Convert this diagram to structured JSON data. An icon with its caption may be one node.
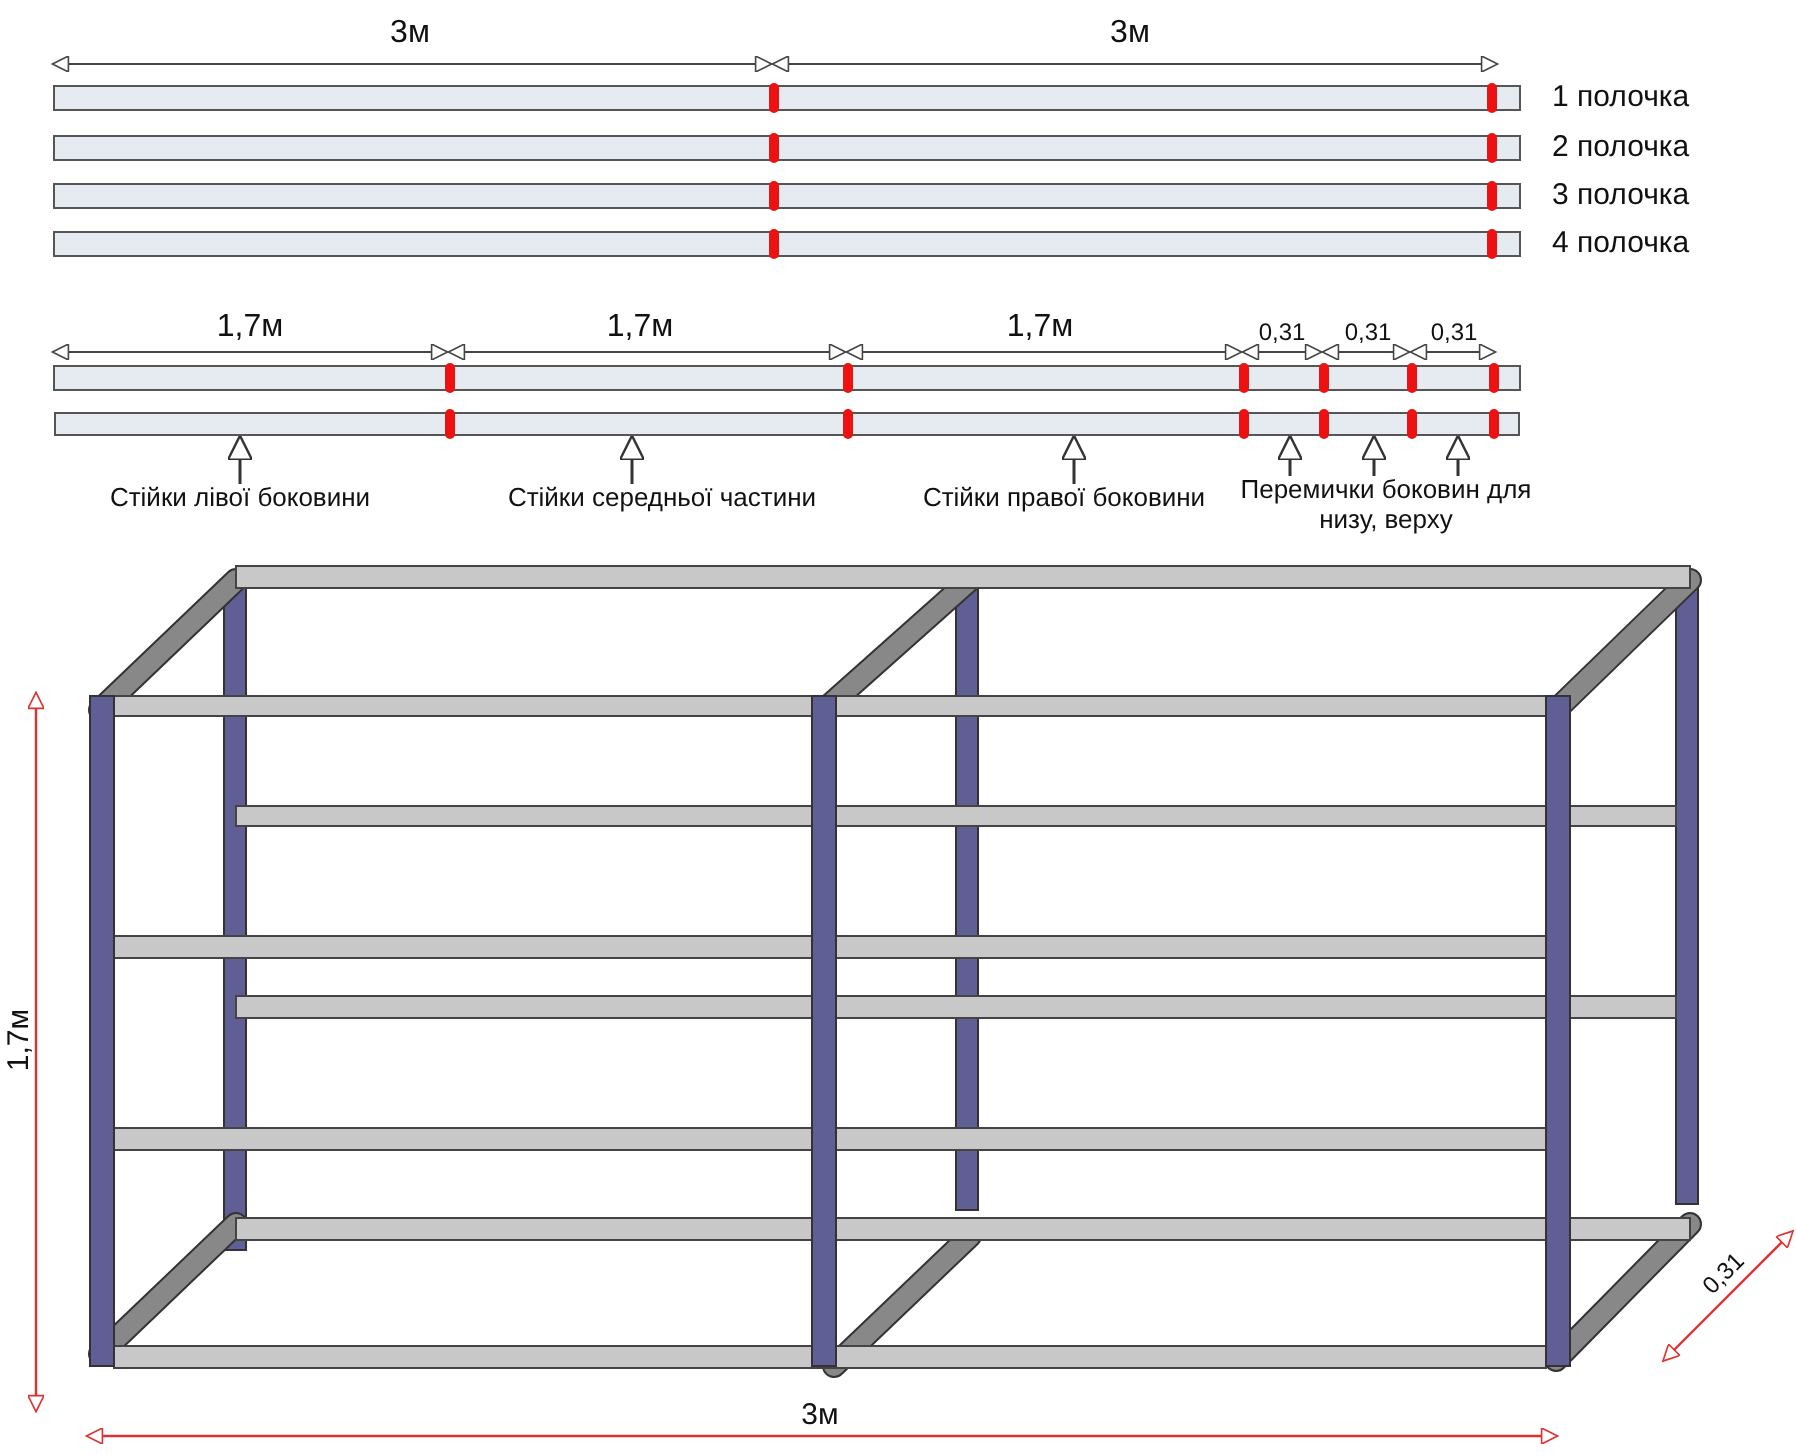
{
  "diagram": {
    "nodes": [
      {
        "text": [],
        "shape": "bar"
      },
      {
        "text": [
          "Стійки лівої боковини"
        ]
      },
      {
        "text": [
          "Стійки середньої частини"
        ]
      },
      {
        "text": [
          "Стійки правої боковини"
        ]
      },
      {
        "text": [
          "Перемички боковин для низу, верху"
        ]
      }
    ],
    "edges": [
      {
        "from": 1,
        "to": 0,
        "arrow": "to"
      },
      {
        "from": 2,
        "to": 0,
        "arrow": "to"
      },
      {
        "from": 3,
        "to": 0,
        "arrow": "to"
      },
      {
        "from": 4,
        "to": 0,
        "arrow": "to"
      },
      {
        "from": 4,
        "to": 0,
        "arrow": "to"
      },
      {
        "from": 4,
        "to": 0,
        "arrow": "to"
      }
    ],
    "labels": [
      "3м",
      "3м",
      "1 полочка",
      "2 полочка",
      "3 полочка",
      "4 полочка",
      "1,7м",
      "1,7м",
      "1,7м",
      "0,31",
      "0,31",
      "0,31",
      "1,7м",
      "0,31",
      "3м"
    ]
  }
}
